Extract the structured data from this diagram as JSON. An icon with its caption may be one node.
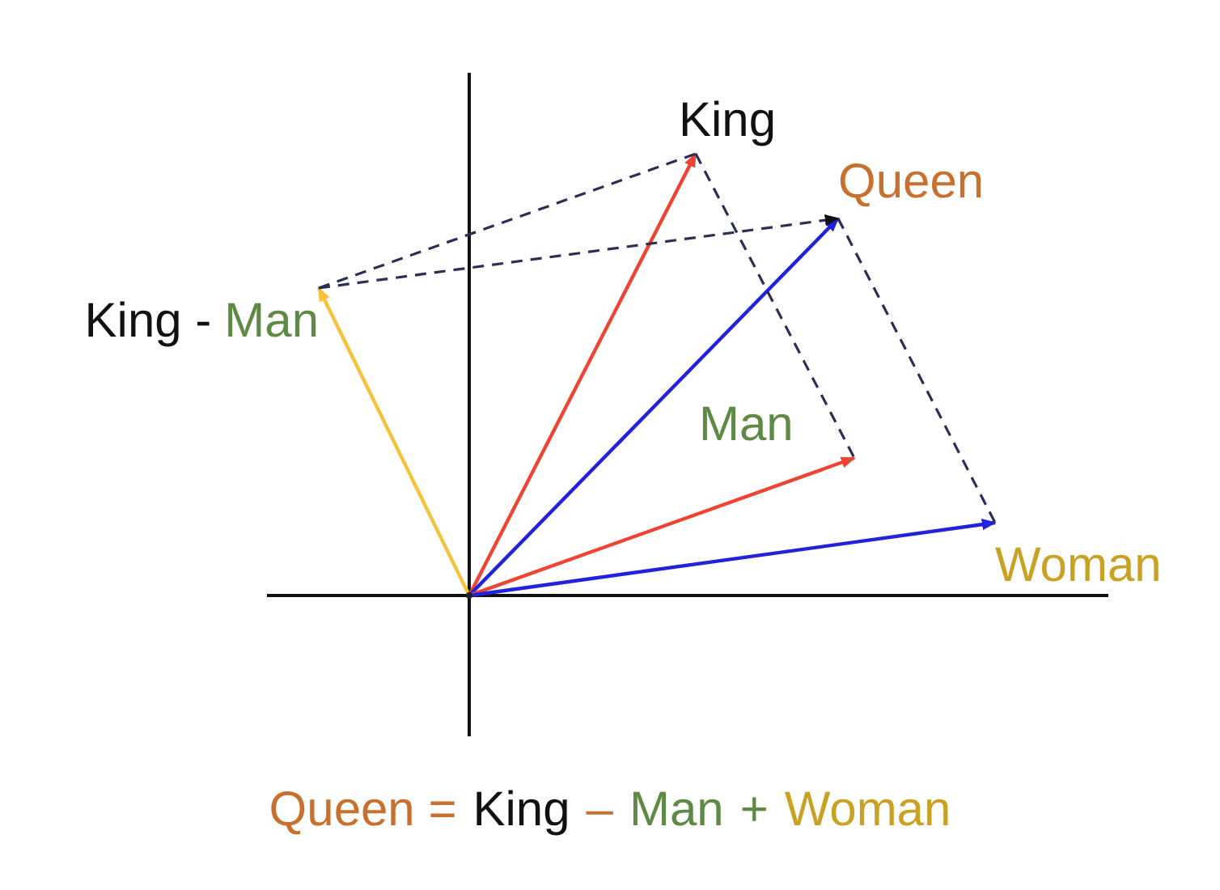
{
  "diagram": {
    "nodes": [
      {
        "text": [],
        "shape": "point"
      },
      {
        "text": [
          "King"
        ]
      },
      {
        "text": [
          "Queen"
        ]
      },
      {
        "text": [
          "Man"
        ]
      },
      {
        "text": [
          "Woman"
        ]
      },
      {
        "text": [
          "King -",
          "Man"
        ]
      }
    ],
    "edges": [
      {
        "from": 0,
        "to": 1,
        "arrow": "to",
        "color": "#ee4433"
      },
      {
        "from": 0,
        "to": 2,
        "arrow": "to",
        "color": "#2222dd"
      },
      {
        "from": 0,
        "to": 3,
        "arrow": "to",
        "color": "#ee4433"
      },
      {
        "from": 0,
        "to": 4,
        "arrow": "to",
        "color": "#2222dd"
      },
      {
        "from": 0,
        "to": 5,
        "arrow": "to",
        "color": "#f5c33b"
      },
      {
        "from": 5,
        "to": 1,
        "arrow": "none",
        "style": "dashed"
      },
      {
        "from": 5,
        "to": 2,
        "arrow": "to",
        "style": "dashed"
      },
      {
        "from": 1,
        "to": 3,
        "arrow": "none",
        "style": "dashed"
      },
      {
        "from": 2,
        "to": 4,
        "arrow": "none",
        "style": "dashed"
      }
    ],
    "labels": [
      "Queen =",
      "King",
      "–",
      "Man",
      "+",
      "Woman"
    ]
  }
}
